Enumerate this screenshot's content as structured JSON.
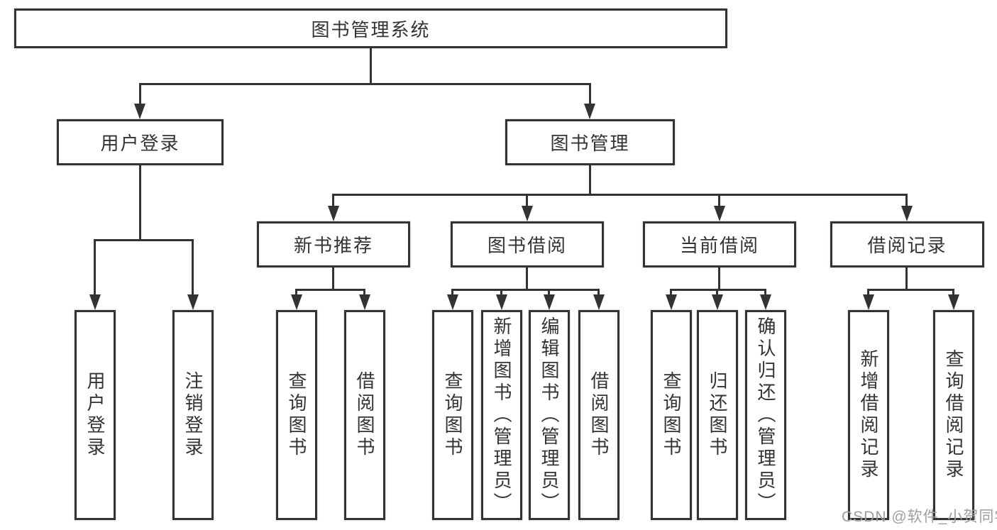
{
  "diagram": {
    "root": {
      "label": "图书管理系统"
    },
    "level1": [
      {
        "label": "用户登录"
      },
      {
        "label": "图书管理"
      }
    ],
    "level2": [
      {
        "label": "新书推荐"
      },
      {
        "label": "图书借阅"
      },
      {
        "label": "当前借阅"
      },
      {
        "label": "借阅记录"
      }
    ],
    "leaves": {
      "user_login": [
        {
          "label": "用户登录"
        },
        {
          "label": "注销登录"
        }
      ],
      "new_books": [
        {
          "label": "查询图书"
        },
        {
          "label": "借阅图书"
        }
      ],
      "book_borrow": [
        {
          "label": "查询图书"
        },
        {
          "label": "新增图书（管理员）"
        },
        {
          "label": "编辑图书（管理员）"
        },
        {
          "label": "借阅图书"
        }
      ],
      "current_borrow": [
        {
          "label": "查询图书"
        },
        {
          "label": "归还图书"
        },
        {
          "label": "确认归还（管理员）"
        }
      ],
      "borrow_records": [
        {
          "label": "新增借阅记录"
        },
        {
          "label": "查询借阅记录"
        }
      ]
    },
    "watermark": "CSDN @软件_小贺同学",
    "colors": {
      "line": "#333333",
      "text": "#333333",
      "watermark": "#9e9e9e",
      "background": "#ffffff"
    }
  }
}
